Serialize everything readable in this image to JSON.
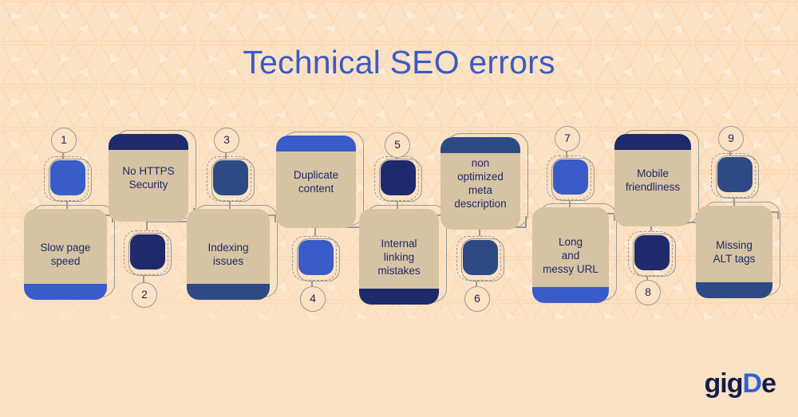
{
  "page": {
    "title": "Technical SEO errors",
    "background_color": "#FCE2C5",
    "title_color": "#3B5AC2",
    "card_color": "#D6C3A4",
    "outline_color": "#9A9A93",
    "text_color": "#1F2A62"
  },
  "logo": {
    "part1": "gig",
    "part2": "D",
    "part3": "e",
    "part1_color": "#151C4C",
    "part2_color": "#2D62D6",
    "part3_color": "#151C4C"
  },
  "items": [
    {
      "number": "1",
      "label": "Slow page\nspeed",
      "orientation": "number-top",
      "icon_color": "#3A5CC8",
      "bar_color": "#3A5CC8",
      "bar_position": "bottom"
    },
    {
      "number": "2",
      "label": "No HTTPS\nSecurity",
      "orientation": "number-bottom",
      "icon_color": "#1E2A6B",
      "bar_color": "#1E2A6B",
      "bar_position": "top"
    },
    {
      "number": "3",
      "label": "Indexing\nissues",
      "orientation": "number-top",
      "icon_color": "#2D4A85",
      "bar_color": "#2D4A85",
      "bar_position": "bottom"
    },
    {
      "number": "4",
      "label": "Duplicate\ncontent",
      "orientation": "number-bottom",
      "icon_color": "#3A5CC8",
      "bar_color": "#3A5CC8",
      "bar_position": "top"
    },
    {
      "number": "5",
      "label": "Internal\nlinking\nmistakes",
      "orientation": "number-top",
      "icon_color": "#1E2A6B",
      "bar_color": "#1E2A6B",
      "bar_position": "bottom"
    },
    {
      "number": "6",
      "label": "non\noptimized\nmeta\ndescription",
      "orientation": "number-bottom",
      "icon_color": "#2D4A85",
      "bar_color": "#2D4A85",
      "bar_position": "top"
    },
    {
      "number": "7",
      "label": "Long\nand\nmessy URL",
      "orientation": "number-top",
      "icon_color": "#3A5CC8",
      "bar_color": "#3A5CC8",
      "bar_position": "bottom"
    },
    {
      "number": "8",
      "label": "Mobile\nfriendliness",
      "orientation": "number-bottom",
      "icon_color": "#1E2A6B",
      "bar_color": "#1E2A6B",
      "bar_position": "top"
    },
    {
      "number": "9",
      "label": "Missing\nALT tags",
      "orientation": "number-top",
      "icon_color": "#2D4A85",
      "bar_color": "#2D4A85",
      "bar_position": "bottom"
    }
  ]
}
